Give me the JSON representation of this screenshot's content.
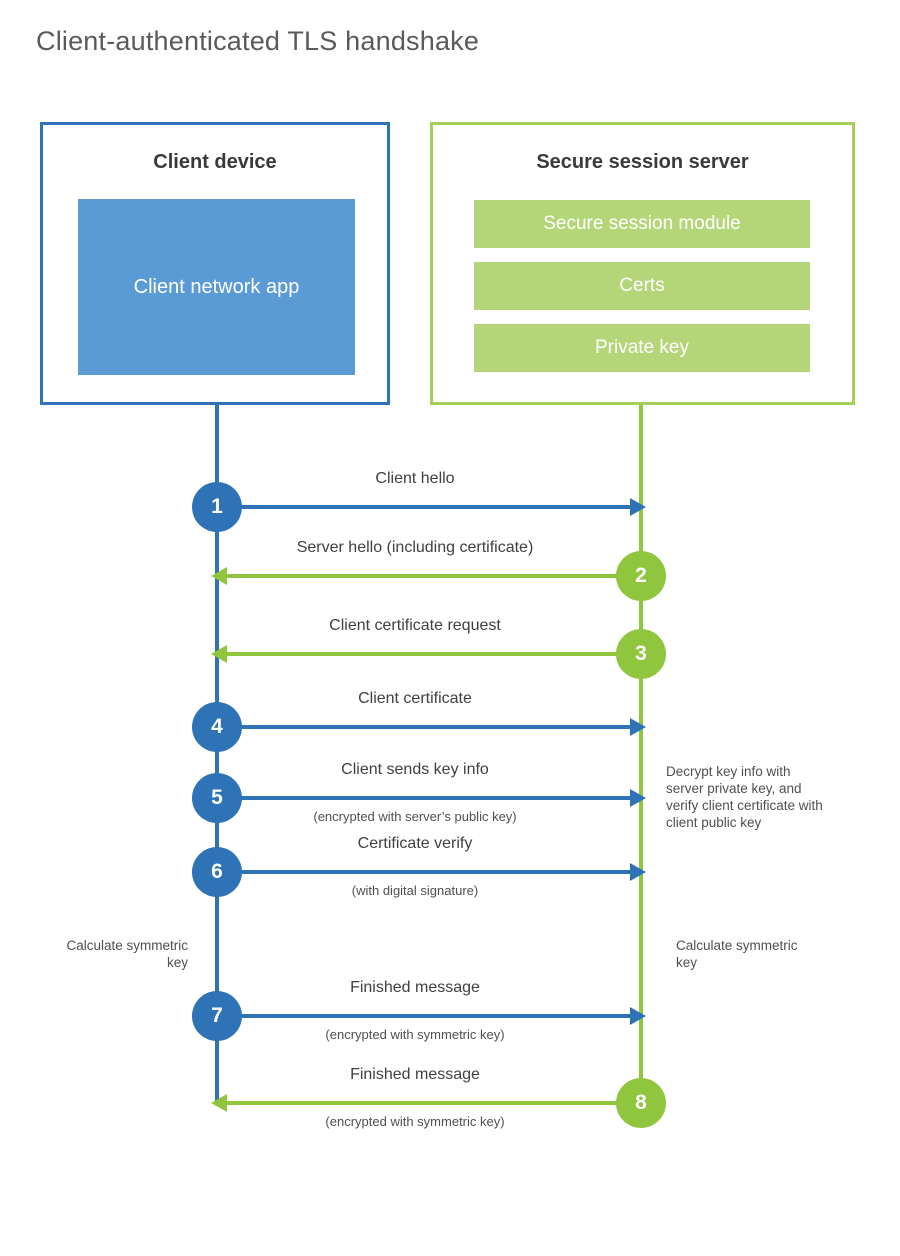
{
  "title": "Client-authenticated TLS handshake",
  "colors": {
    "blue": "#2d73b5",
    "blue_fill": "#5b9bd5",
    "green": "#8fc63e",
    "green_border": "#a5cd5a",
    "green_fill": "#b5d678"
  },
  "client": {
    "title": "Client device",
    "app_label": "Client network app"
  },
  "server": {
    "title": "Secure session server",
    "modules": [
      "Secure session module",
      "Certs",
      "Private key"
    ]
  },
  "steps": [
    {
      "num": "1",
      "from": "client",
      "label": "Client hello",
      "subtitle": ""
    },
    {
      "num": "2",
      "from": "server",
      "label": "Server hello (including certificate)",
      "subtitle": ""
    },
    {
      "num": "3",
      "from": "server",
      "label": "Client certificate request",
      "subtitle": ""
    },
    {
      "num": "4",
      "from": "client",
      "label": "Client certificate",
      "subtitle": ""
    },
    {
      "num": "5",
      "from": "client",
      "label": "Client sends key info",
      "subtitle": "(encrypted with server’s public key)"
    },
    {
      "num": "6",
      "from": "client",
      "label": "Certificate verify",
      "subtitle": "(with digital signature)"
    },
    {
      "num": "7",
      "from": "client",
      "label": "Finished message",
      "subtitle": "(encrypted with symmetric key)"
    },
    {
      "num": "8",
      "from": "server",
      "label": "Finished message",
      "subtitle": "(encrypted with symmetric key)"
    }
  ],
  "annotations": {
    "decrypt_note": "Decrypt key info with server private key, and verify client certificate with client public key",
    "calc_left": "Calculate symmetric key",
    "calc_right": "Calculate symmetric key"
  }
}
